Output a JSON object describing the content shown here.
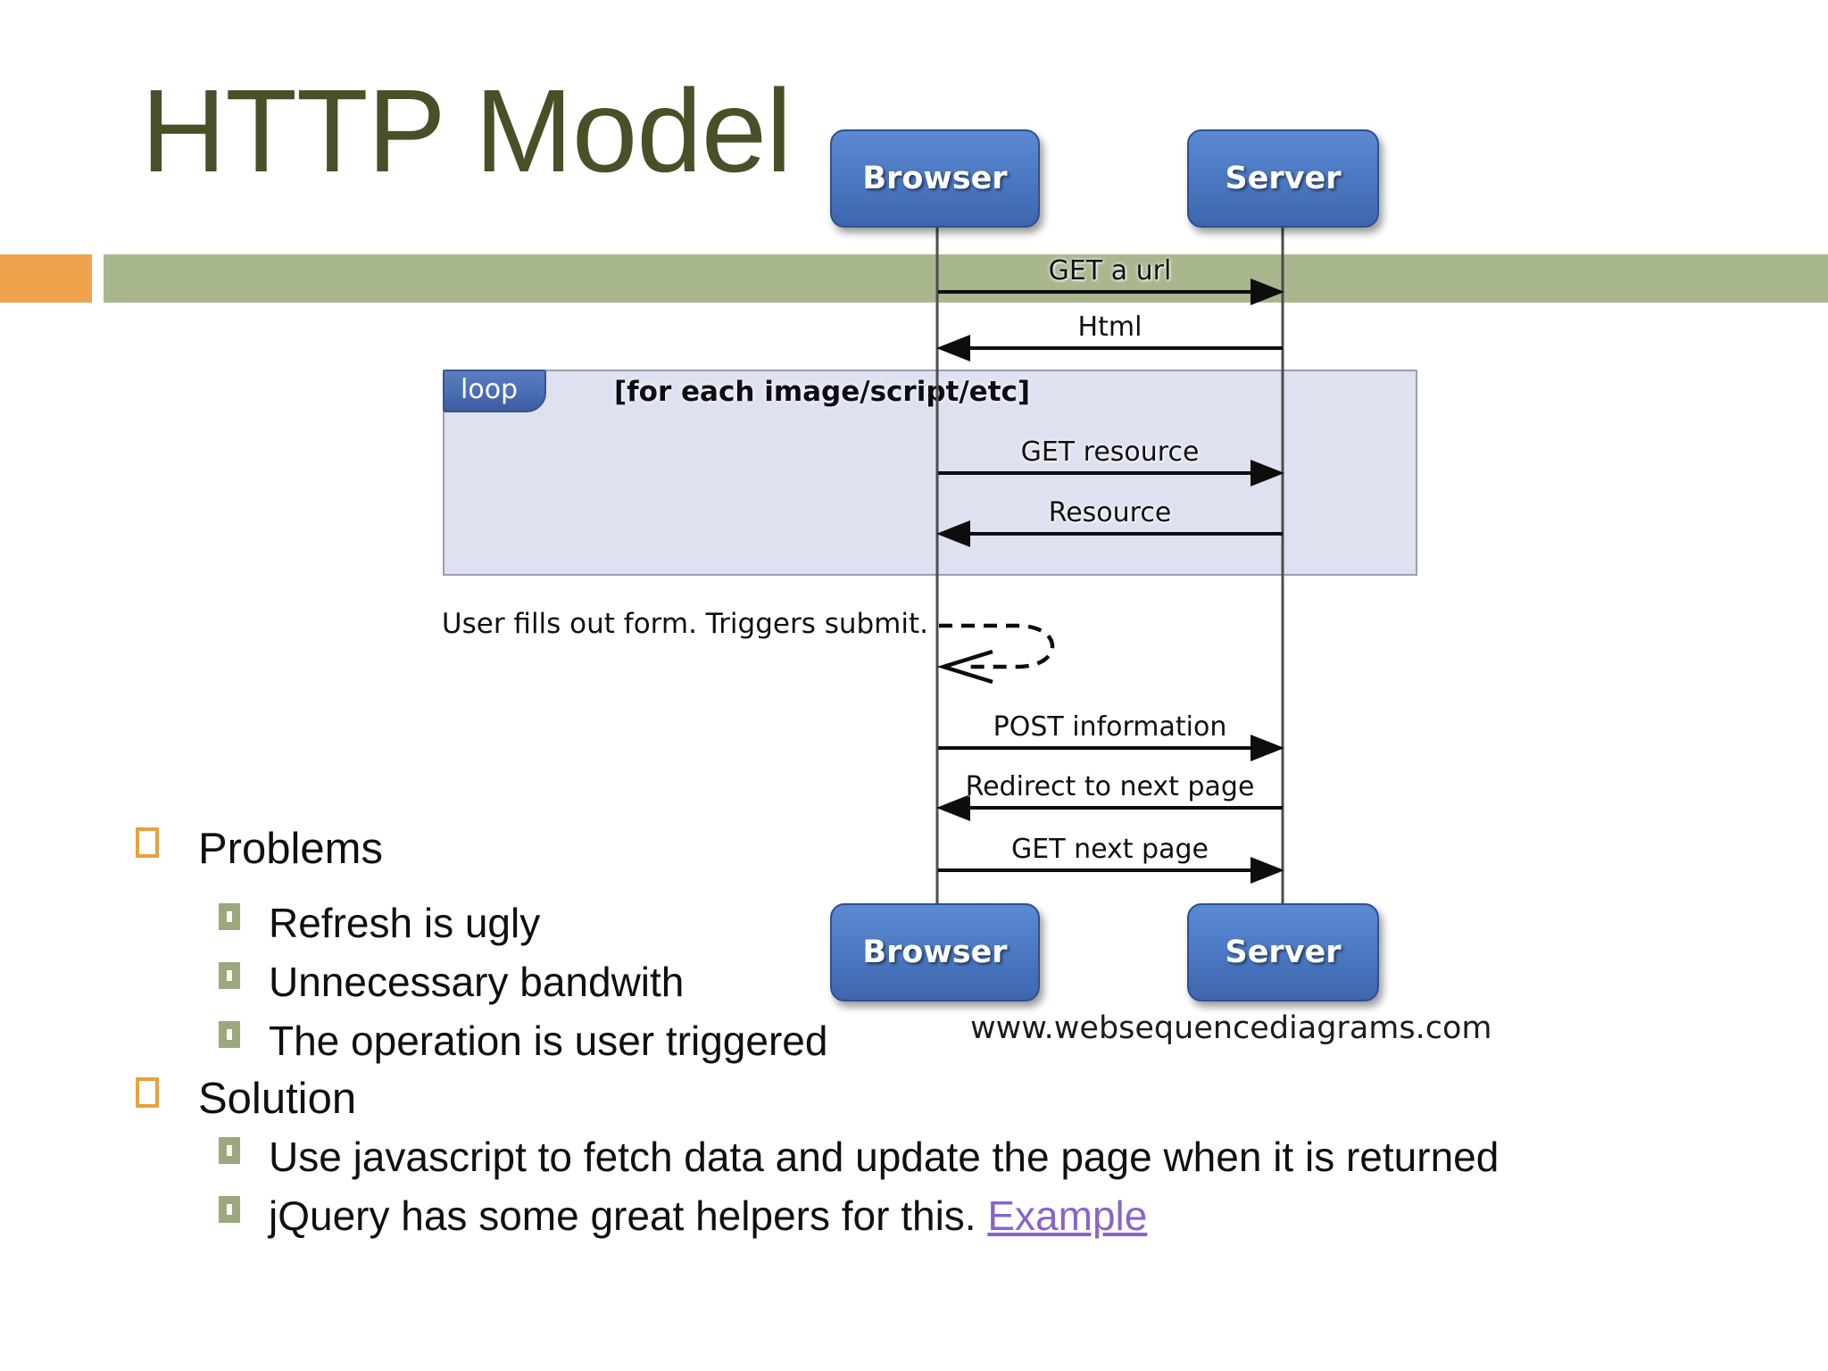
{
  "slide": {
    "title": "HTTP Model",
    "bullets": [
      {
        "level": 1,
        "text": "Problems"
      },
      {
        "level": 2,
        "text": "Refresh is ugly"
      },
      {
        "level": 2,
        "text": "Unnecessary bandwith"
      },
      {
        "level": 2,
        "text": "The operation is user triggered"
      },
      {
        "level": 1,
        "text": "Solution"
      },
      {
        "level": 2,
        "text": "Use javascript to fetch data and update the page when it is returned"
      },
      {
        "level": 2,
        "text": "jQuery has some great helpers for this. ",
        "link_text": "Example"
      }
    ]
  },
  "diagram": {
    "actors": {
      "left": "Browser",
      "right": "Server"
    },
    "loop": {
      "label": "loop",
      "condition": "[for each image/script/etc]"
    },
    "messages": [
      {
        "label": "GET a url",
        "from": "Browser",
        "to": "Server",
        "direction": "right"
      },
      {
        "label": "Html",
        "from": "Server",
        "to": "Browser",
        "direction": "left"
      },
      {
        "label": "GET resource",
        "from": "Browser",
        "to": "Server",
        "direction": "right",
        "in_loop": true
      },
      {
        "label": "Resource",
        "from": "Server",
        "to": "Browser",
        "direction": "left",
        "in_loop": true
      },
      {
        "label": "User fills out form. Triggers submit.",
        "from": "Browser",
        "to": "Browser",
        "direction": "self",
        "style": "dashed"
      },
      {
        "label": "POST information",
        "from": "Browser",
        "to": "Server",
        "direction": "right"
      },
      {
        "label": "Redirect to next page",
        "from": "Server",
        "to": "Browser",
        "direction": "left"
      },
      {
        "label": "GET next page",
        "from": "Browser",
        "to": "Server",
        "direction": "right"
      }
    ],
    "watermark": "www.websequencediagrams.com"
  },
  "colors": {
    "title_olive": "#4a4f28",
    "accent_orange": "#f0a24c",
    "accent_green": "#a9b78f",
    "bullet_l1_orange": "#e8a23c",
    "bullet_l2_sage": "#9aa87c",
    "actor_blue": "#4a77c0",
    "loop_fill": "#dee1ef",
    "loop_tab_blue": "#4a6db3",
    "link_purple": "#8a63c9"
  }
}
